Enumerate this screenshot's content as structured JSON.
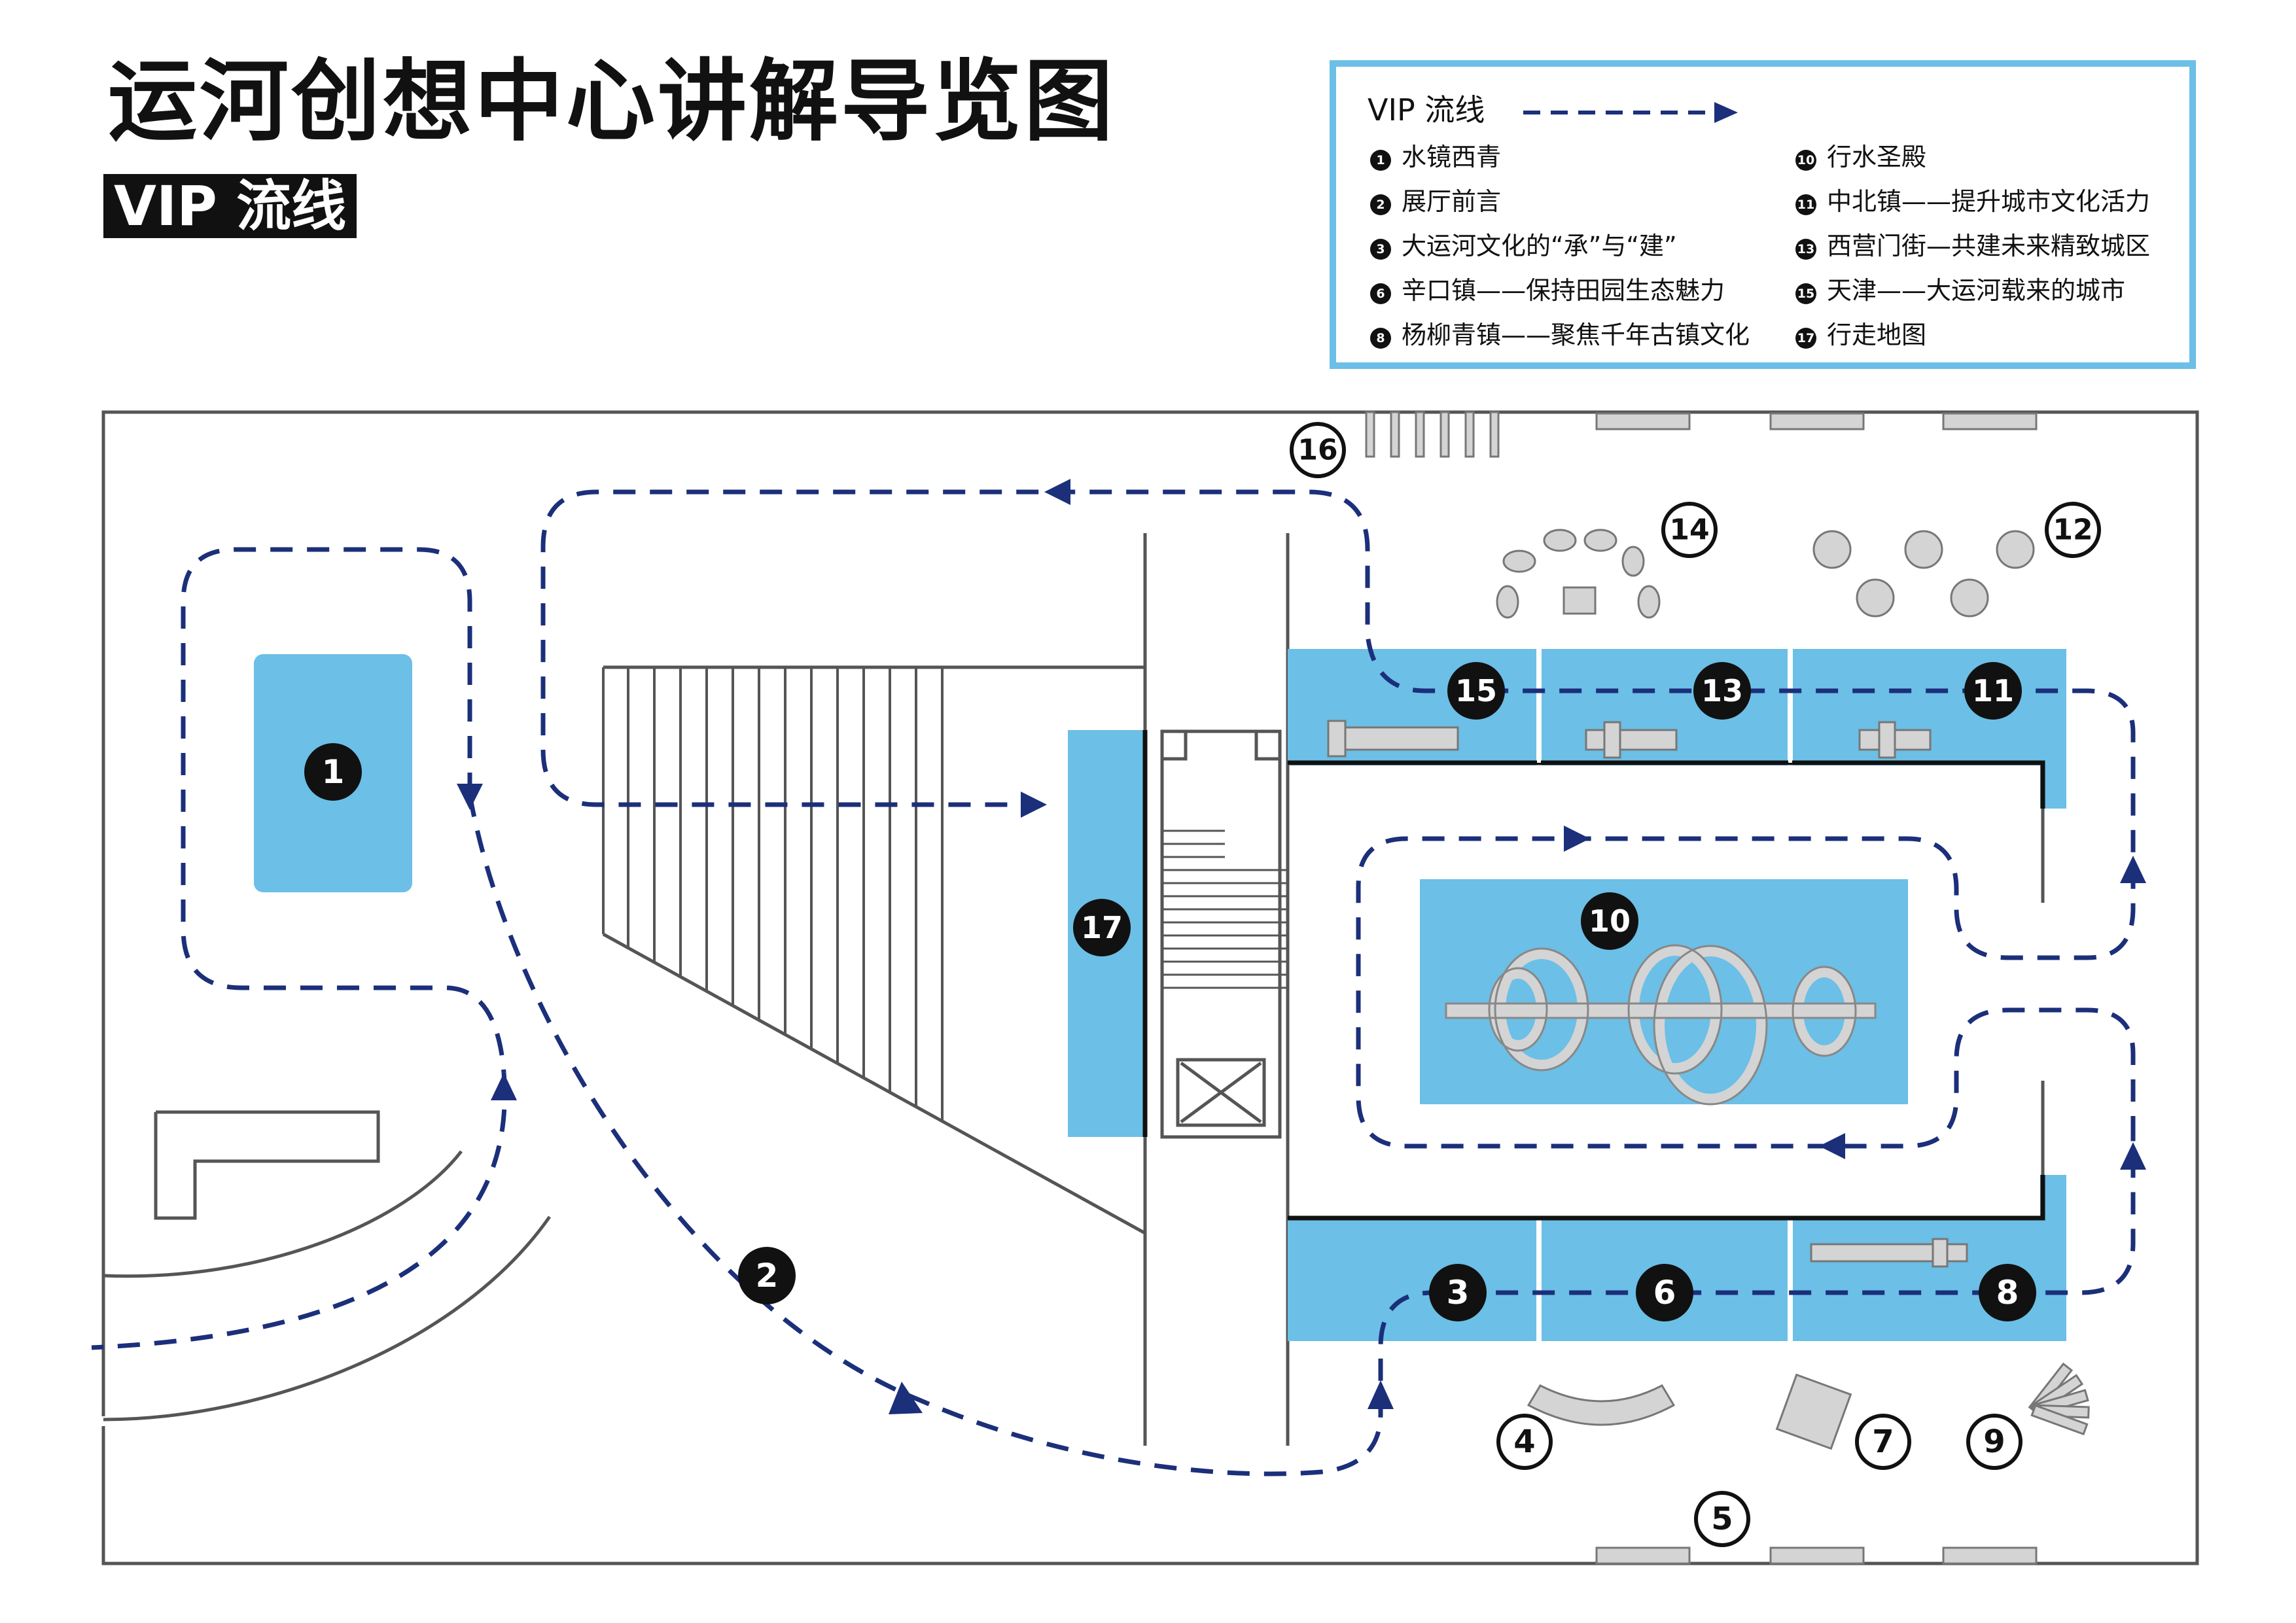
{
  "title": "运河创想中心讲解导览图",
  "subtitle": "VIP 流线",
  "legend": {
    "route_label": "VIP 流线",
    "items": [
      {
        "num": "1",
        "label": "水镜西青"
      },
      {
        "num": "2",
        "label": "展厅前言"
      },
      {
        "num": "3",
        "label": "大运河文化的“承”与“建”"
      },
      {
        "num": "6",
        "label": "辛口镇——保持田园生态魅力"
      },
      {
        "num": "8",
        "label": "杨柳青镇——聚焦千年古镇文化"
      },
      {
        "num": "10",
        "label": "行水圣殿"
      },
      {
        "num": "11",
        "label": "中北镇——提升城市文化活力"
      },
      {
        "num": "13",
        "label": "西营门街—共建未来精致城区"
      },
      {
        "num": "15",
        "label": "天津——大运河载来的城市"
      },
      {
        "num": "17",
        "label": "行走地图"
      }
    ]
  },
  "markers": {
    "filled": [
      "1",
      "2",
      "3",
      "6",
      "8",
      "10",
      "11",
      "13",
      "15",
      "17"
    ],
    "outlined": [
      "4",
      "5",
      "7",
      "9",
      "12",
      "14",
      "16"
    ]
  },
  "colors": {
    "route": "#1b2f7a",
    "exhibit_blue": "#6cbfe6",
    "wall": "#555555",
    "object_gray": "#d4d4d4"
  }
}
